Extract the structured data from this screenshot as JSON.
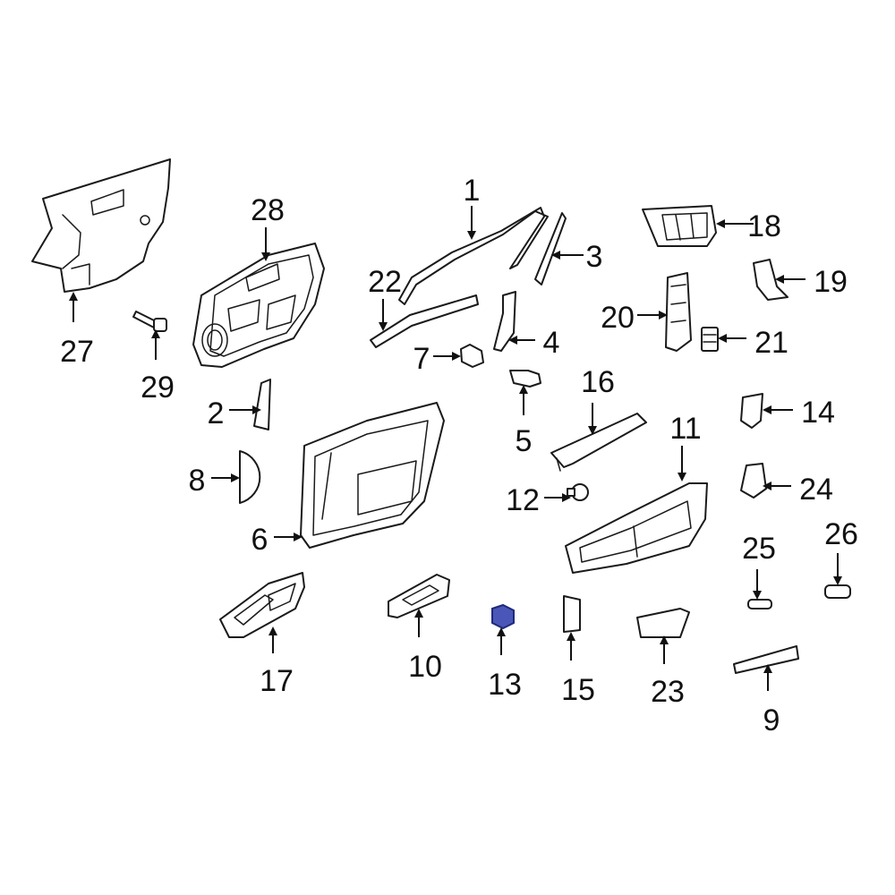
{
  "callouts": {
    "c1": "1",
    "c2": "2",
    "c3": "3",
    "c4": "4",
    "c5": "5",
    "c6": "6",
    "c7": "7",
    "c8": "8",
    "c9": "9",
    "c10": "10",
    "c11": "11",
    "c12": "12",
    "c13": "13",
    "c14": "14",
    "c15": "15",
    "c16": "16",
    "c17": "17",
    "c18": "18",
    "c19": "19",
    "c20": "20",
    "c21": "21",
    "c22": "22",
    "c23": "23",
    "c24": "24",
    "c25": "25",
    "c26": "26",
    "c27": "27",
    "c28": "28",
    "c29": "29"
  },
  "colors": {
    "highlight": "#4a57b8",
    "line": "#1a1a1a"
  }
}
